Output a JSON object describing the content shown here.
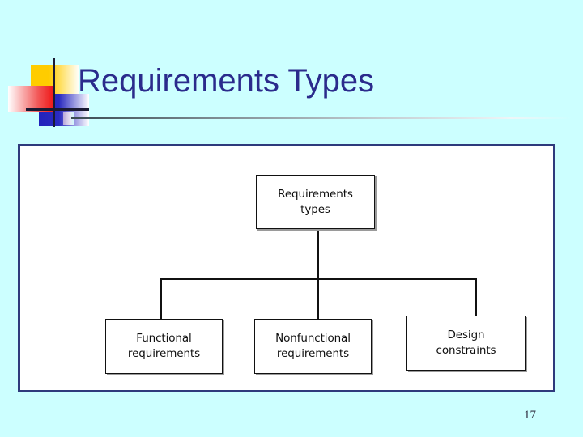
{
  "slide": {
    "background_color": "#ccffff",
    "title": "Requirements Types",
    "title_color": "#2b2b8c",
    "page_number": "17",
    "frame_border_color": "#2e3a7c"
  },
  "logo": {
    "yellow_swatch": "yellow-square",
    "blue_swatch": "blue-square",
    "red_swatch": "red-square",
    "colors": {
      "yellow": "#ffcc00",
      "blue": "#2222bb",
      "red": "#ee1111",
      "crosshair": "#1a1a33"
    }
  },
  "diagram": {
    "type": "tree",
    "root": {
      "label": "Requirements\ntypes",
      "line1": "Requirements",
      "line2": "types"
    },
    "children": [
      {
        "label": "Functional requirements",
        "line1": "Functional",
        "line2": "requirements"
      },
      {
        "label": "Nonfunctional requirements",
        "line1": "Nonfunctional",
        "line2": "requirements"
      },
      {
        "label": "Design constraints",
        "line1": "Design",
        "line2": "constraints"
      }
    ],
    "node_fill": "#ffffff",
    "node_border": "#111111",
    "connector_color": "#111111"
  }
}
